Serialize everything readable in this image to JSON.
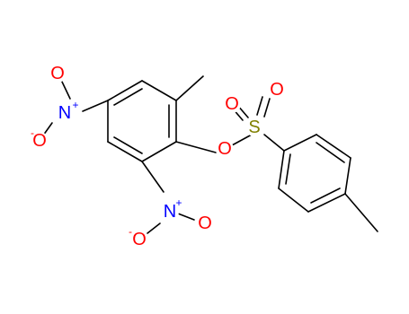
{
  "molecule": {
    "colors": {
      "bond": "#000000",
      "oxygen": "#ff0000",
      "nitrogen": "#0000ff",
      "sulfur": "#808000"
    },
    "labels": {
      "o_top_nitro": "O",
      "n_left": "N",
      "o_left_nitro": "O",
      "n_bottom": "N",
      "o_bottom_nitro_right": "O",
      "o_bottom_nitro_left": "O",
      "o_ester": "O",
      "s_sulfonyl": "S",
      "o_sulfonyl_left": "O",
      "o_sulfonyl_top": "O",
      "charge_plus": "+",
      "charge_minus": "-"
    }
  }
}
